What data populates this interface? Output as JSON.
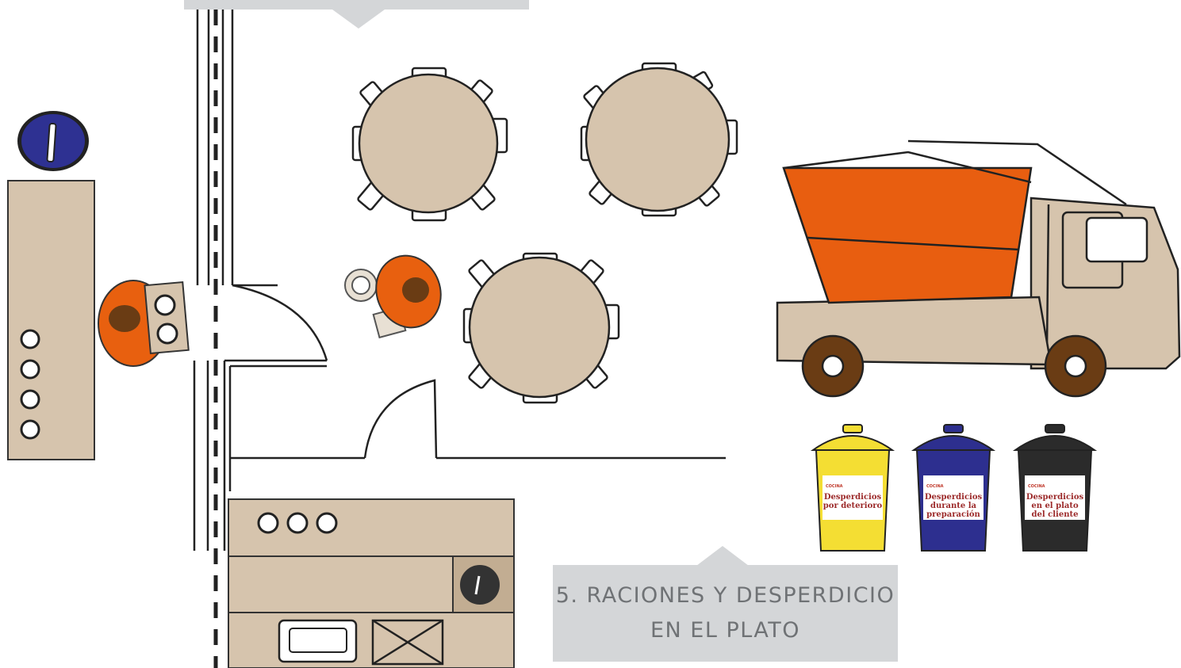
{
  "callout": {
    "line1": "5. RACIONES  Y DESPERDICIO",
    "line2": "EN EL PLATO"
  },
  "bins": [
    {
      "color": "#f4de33",
      "brand": "COCINA",
      "label_lines": [
        "Desperdicios",
        "por deterioro"
      ]
    },
    {
      "color": "#2d2f8f",
      "brand": "COCINA",
      "label_lines": [
        "Desperdicios",
        "durante la",
        "preparación"
      ]
    },
    {
      "color": "#2b2b2b",
      "brand": "COCINA",
      "label_lines": [
        "Desperdicios",
        "en el plato",
        "del cliente"
      ]
    }
  ],
  "colors": {
    "floor_tan": "#d6c4ad",
    "person_orange": "#e8600f",
    "truck_cargo": "#e85e10",
    "wheel_brown": "#6a3c14",
    "chef_blue": "#2e3192",
    "callout_bg": "#d4d6d8",
    "callout_text": "#6f7275"
  }
}
